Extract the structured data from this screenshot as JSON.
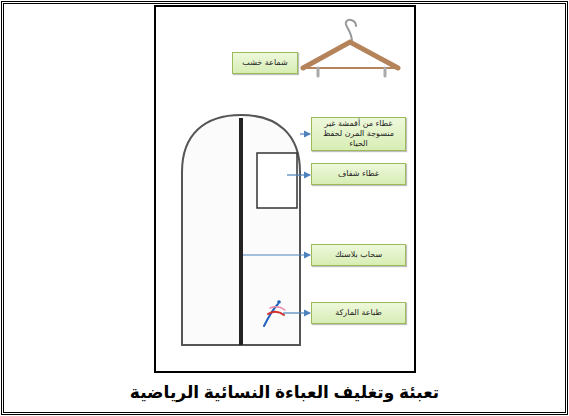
{
  "diagram": {
    "caption": "تعبئة وتغليف العباءة النسائية الرياضية",
    "nodes": [
      {
        "text": [
          "شماعة خشب"
        ]
      },
      {
        "text": [
          "غطاء من أقمشة غير منسوجة المرن لحفظ الحياء"
        ]
      },
      {
        "text": [
          "غطاء شفاف"
        ]
      },
      {
        "text": [
          "سحاب بلاستك"
        ]
      },
      {
        "text": [
          "طباعة الماركة"
        ]
      }
    ]
  }
}
